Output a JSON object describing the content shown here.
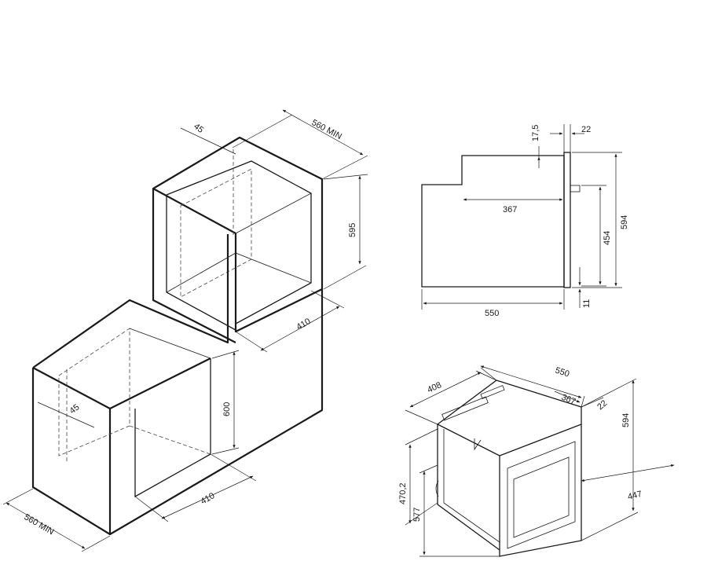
{
  "colors": {
    "line": "#1a1a1a",
    "background": "#ffffff"
  },
  "upper_niche": {
    "dim_top_gap": "45",
    "dim_width_min": "560 MIN",
    "dim_height": "595",
    "dim_depth": "410"
  },
  "lower_niche": {
    "dim_side_gap": "45",
    "dim_height": "600",
    "dim_depth": "410",
    "dim_width_min": "560 MIN"
  },
  "side_view": {
    "dim_top_step": "17,5",
    "dim_front_panel": "22",
    "dim_rear_depth": "367",
    "dim_total_depth": "550",
    "dim_door_height": "454",
    "dim_total_height": "594",
    "dim_bottom_gap": "11"
  },
  "iso_view": {
    "dim_width": "408",
    "dim_depth": "550",
    "dim_rear_depth": "367",
    "dim_front_panel": "22",
    "dim_total_height": "594",
    "dim_front_width": "447",
    "dim_body_height": "470,2",
    "dim_lower_height": "577"
  }
}
